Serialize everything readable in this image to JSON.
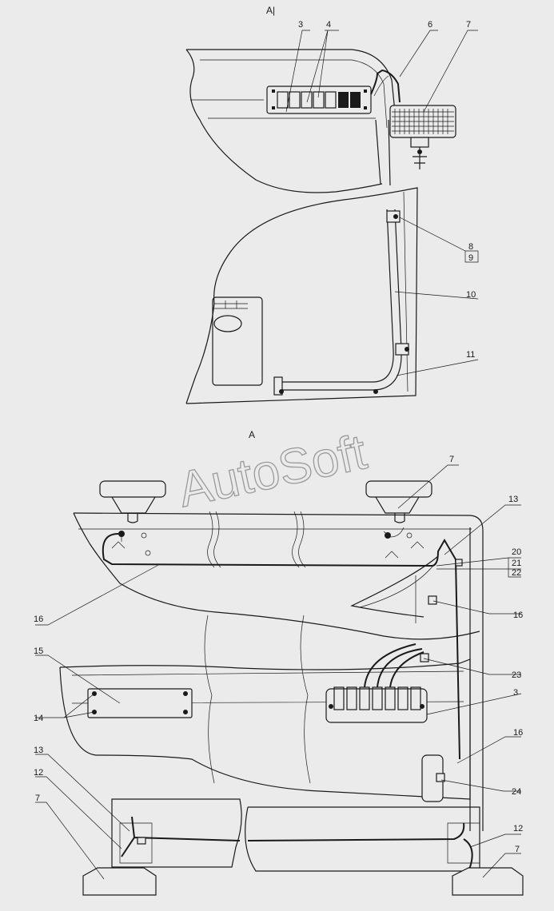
{
  "view_top": "A|",
  "view_bottom": "A",
  "watermark": "AutoSoft",
  "callouts": {
    "c3_top": "3",
    "c4": "4",
    "c6": "6",
    "c7_top": "7",
    "c8": "8",
    "c9": "9",
    "c10": "10",
    "c11": "11",
    "c7_right": "7",
    "c13_right": "13",
    "c20": "20",
    "c21": "21",
    "c22": "22",
    "c16_left": "16",
    "c16_mid": "16",
    "c23": "23",
    "c15": "15",
    "c14": "14",
    "c3_bottom": "3",
    "c16_low": "16",
    "c24": "24",
    "c13_left": "13",
    "c12_left": "12",
    "c7_left": "7",
    "c12_right": "12",
    "c7_bottom_right": "7"
  }
}
